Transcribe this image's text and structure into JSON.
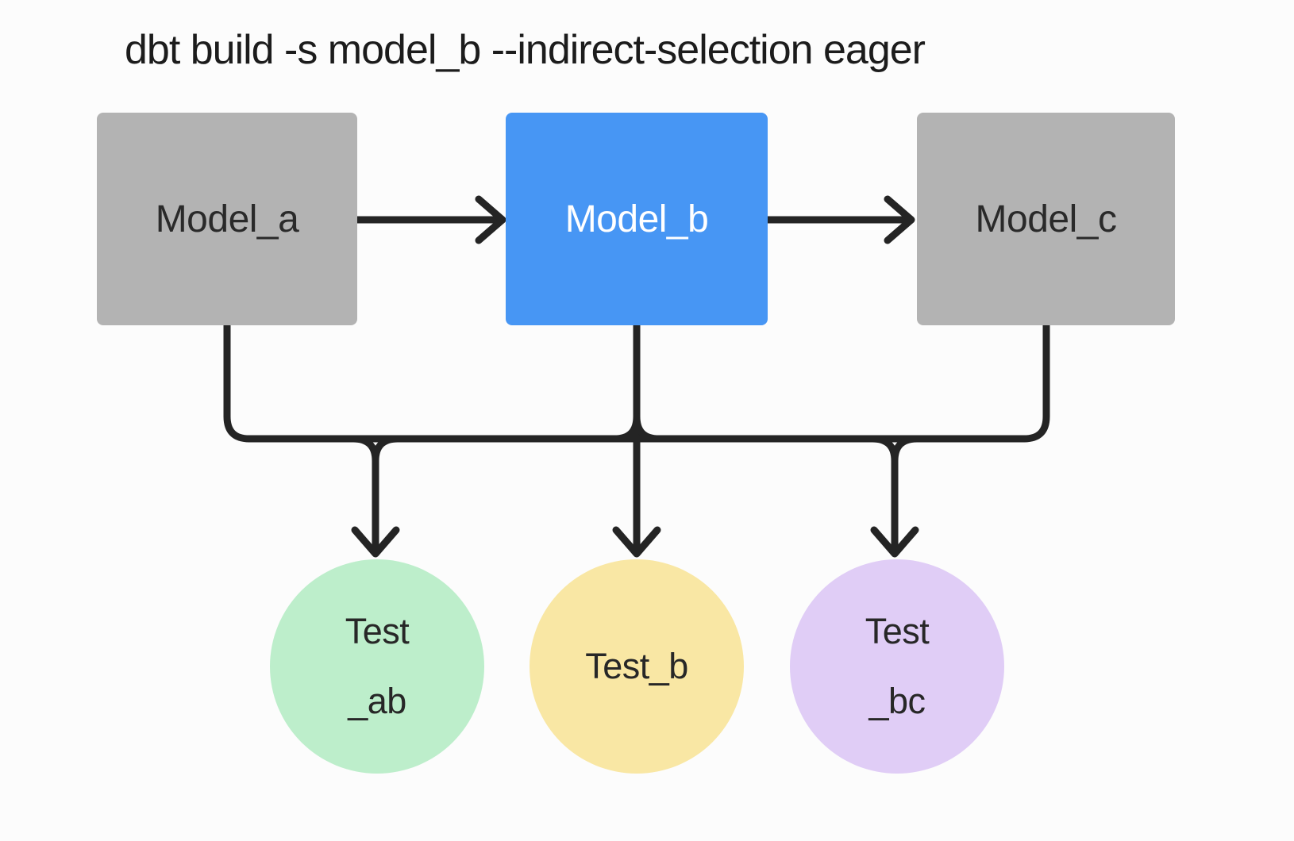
{
  "title": "dbt build -s model_b --indirect-selection eager",
  "colors": {
    "canvas-bg": "#fcfcfc",
    "title-text": "#1c1c1c",
    "line": "#242424",
    "model-gray": "#b3b3b3",
    "model-blue": "#4796f4",
    "model-text-dark": "#2a2a2a",
    "model-text-light": "#ffffff",
    "test-green": "#bdeecb",
    "test-yellow": "#f9e7a4",
    "test-purple": "#e0cdf6",
    "test-text": "#272727"
  },
  "models": [
    {
      "id": "model-a",
      "label": "Model_a",
      "highlighted": false
    },
    {
      "id": "model-b",
      "label": "Model_b",
      "highlighted": true
    },
    {
      "id": "model-c",
      "label": "Model_c",
      "highlighted": false
    }
  ],
  "tests": [
    {
      "id": "test-ab",
      "line1": "Test",
      "line2": "_ab"
    },
    {
      "id": "test-b",
      "line1": "Test_b"
    },
    {
      "id": "test-bc",
      "line1": "Test",
      "line2": "_bc"
    }
  ]
}
